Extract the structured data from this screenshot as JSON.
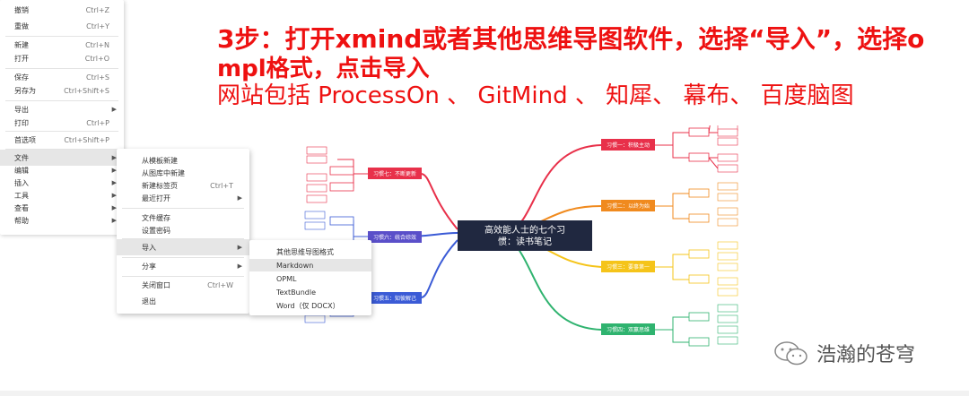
{
  "instructions": {
    "line1": "3步：打开xmind或者其他思维导图软件，选择“导入”，选择o",
    "line2": "mpl格式，点击导入",
    "line3": "网站包括 ProcessOn 、 GitMind 、 知犀、 幕布、 百度脑图"
  },
  "main_menu": {
    "items": [
      {
        "label": "撤销",
        "shortcut": "Ctrl+Z"
      },
      {
        "label": "重做",
        "shortcut": "Ctrl+Y"
      },
      {
        "label": "新建",
        "shortcut": "Ctrl+N"
      },
      {
        "label": "打开",
        "shortcut": "Ctrl+O"
      },
      {
        "label": "保存",
        "shortcut": "Ctrl+S"
      },
      {
        "label": "另存为",
        "shortcut": "Ctrl+Shift+S"
      },
      {
        "label": "导出",
        "shortcut": ""
      },
      {
        "label": "打印",
        "shortcut": "Ctrl+P"
      },
      {
        "label": "首选项",
        "shortcut": "Ctrl+Shift+P"
      },
      {
        "label": "文件",
        "shortcut": ""
      },
      {
        "label": "编辑",
        "shortcut": ""
      },
      {
        "label": "插入",
        "shortcut": ""
      },
      {
        "label": "工具",
        "shortcut": ""
      },
      {
        "label": "查看",
        "shortcut": ""
      },
      {
        "label": "帮助",
        "shortcut": ""
      }
    ]
  },
  "file_menu": {
    "items": [
      {
        "label": "从模板新建",
        "shortcut": ""
      },
      {
        "label": "从图库中新建",
        "shortcut": ""
      },
      {
        "label": "新建标签页",
        "shortcut": "Ctrl+T"
      },
      {
        "label": "最近打开",
        "shortcut": ""
      },
      {
        "label": "文件缓存",
        "shortcut": ""
      },
      {
        "label": "设置密码",
        "shortcut": ""
      },
      {
        "label": "导入",
        "shortcut": ""
      },
      {
        "label": "分享",
        "shortcut": ""
      },
      {
        "label": "关闭窗口",
        "shortcut": "Ctrl+W"
      },
      {
        "label": "退出",
        "shortcut": ""
      }
    ]
  },
  "import_menu": {
    "items": [
      {
        "label": "其他思维导图格式"
      },
      {
        "label": "Markdown"
      },
      {
        "label": "OPML"
      },
      {
        "label": "TextBundle"
      },
      {
        "label": "Word（仅 DOCX）"
      }
    ]
  },
  "mindmap": {
    "center": {
      "line1": "高效能人士的七个习",
      "line2": "惯：读书笔记"
    },
    "branches": [
      {
        "label": "习惯一：积极主动",
        "color": "#e8304a"
      },
      {
        "label": "习惯二：以终为始",
        "color": "#f08a1e"
      },
      {
        "label": "习惯三：要事第一",
        "color": "#f5c41a"
      },
      {
        "label": "习惯四：双赢思维",
        "color": "#2fb36f"
      },
      {
        "label": "习惯五：知彼解己",
        "color": "#3b5bd6"
      },
      {
        "label": "习惯六：统合综效",
        "color": "#5a4fc9"
      },
      {
        "label": "习惯七：不断更新",
        "color": "#e8304a"
      }
    ]
  },
  "watermark": {
    "text": "浩瀚的苍穹"
  }
}
